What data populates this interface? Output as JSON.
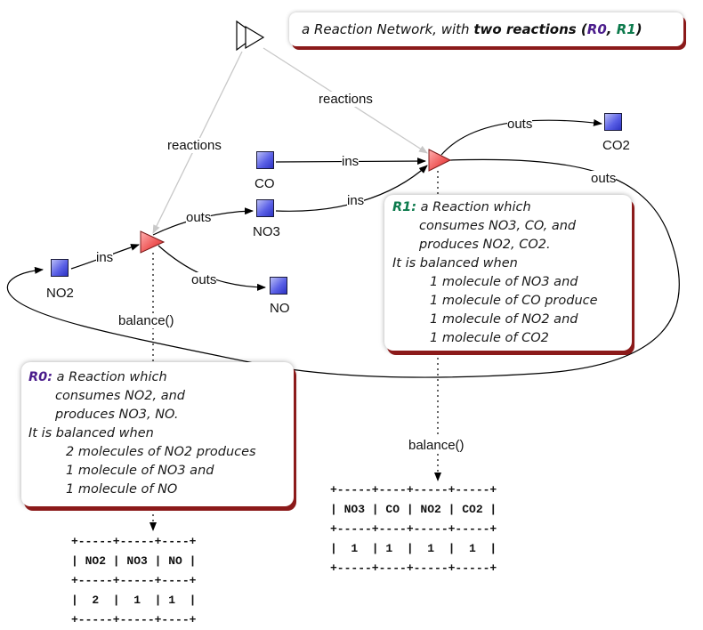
{
  "title": {
    "prefix": "a Reaction Network, with ",
    "bold": "two reactions (",
    "r0": "R0",
    "comma": ", ",
    "r1": "R1",
    "close": ")"
  },
  "nodes": {
    "co": "CO",
    "no3": "NO3",
    "no2": "NO2",
    "no": "NO",
    "co2": "CO2"
  },
  "edges": {
    "reactions_left": "reactions",
    "reactions_right": "reactions",
    "ins_co": "ins",
    "ins_no3": "ins",
    "ins_no2": "ins",
    "outs_no3": "outs",
    "outs_no": "outs",
    "outs_co2": "outs",
    "outs_no2": "outs",
    "balance_r0": "balance()",
    "balance_r1": "balance()"
  },
  "r0_box": {
    "tag": "R0:",
    "line1": " a Reaction which",
    "line2": "consumes NO2, and",
    "line3": "produces NO3, NO.",
    "line4": "It is balanced when",
    "line5": "2 molecules of NO2 produces",
    "line6": "1 molecule of NO3 and",
    "line7": "1 molecule of NO"
  },
  "r1_box": {
    "tag": "R1:",
    "line1": " a Reaction which",
    "line2": "consumes NO3, CO, and",
    "line3": "produces NO2, CO2.",
    "line4": "It is balanced when",
    "line5": "1 molecule of NO3 and",
    "line6": "1 molecule of CO produce",
    "line7": "1 molecule of NO2 and",
    "line8": "1 molecule of CO2"
  },
  "table_r0": {
    "headers": [
      "NO2",
      "NO3",
      "NO"
    ],
    "values": [
      "2",
      "1",
      "1"
    ],
    "text": "+-----+-----+----+\n| NO2 | NO3 | NO |\n+-----+-----+----+\n|  2  |  1  | 1  |\n+-----+-----+----+"
  },
  "table_r1": {
    "headers": [
      "NO3",
      "CO",
      "NO2",
      "CO2"
    ],
    "values": [
      "1",
      "1",
      "1",
      "1"
    ],
    "text": "+-----+----+-----+-----+\n| NO3 | CO | NO2 | CO2 |\n+-----+----+-----+-----+\n|  1  | 1  |  1  |  1  |\n+-----+----+-----+-----+"
  },
  "colors": {
    "reaction_fill": "#f07070",
    "species_fill": "#4a50e0",
    "r0_tag": "#4b1d8c",
    "r1_tag": "#0c7a4c",
    "shadow": "#8b1a1a"
  }
}
